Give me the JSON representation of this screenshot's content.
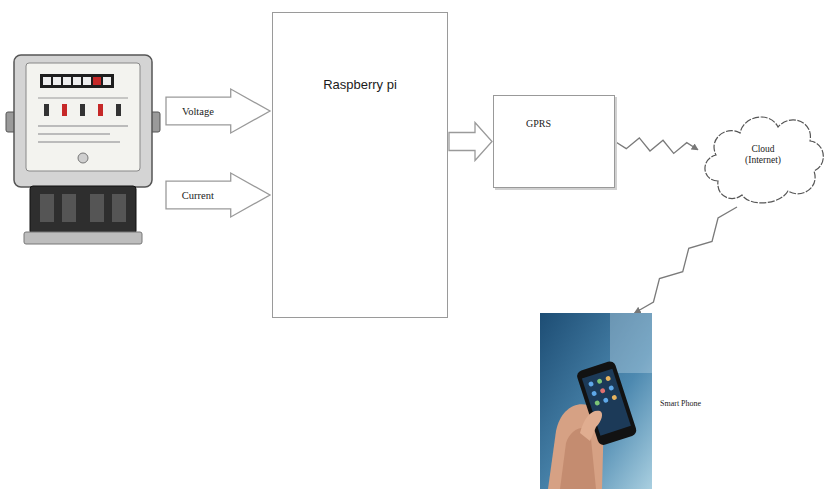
{
  "diagram": {
    "nodes": [
      {
        "text": [
          "Voltage"
        ]
      },
      {
        "text": [
          "Current"
        ]
      },
      {
        "text": [
          "Raspberry pi"
        ]
      },
      {
        "text": [
          "GPRS"
        ]
      },
      {
        "text": [
          "Cloud (Internet)"
        ]
      },
      {
        "text": [
          "Smart Phone"
        ]
      }
    ],
    "edges": [
      {
        "from": 2,
        "to": 3,
        "arrow": "to"
      },
      {
        "from": 3,
        "to": 4,
        "arrow": "to"
      },
      {
        "from": 4,
        "to": 5,
        "arrow": "to"
      }
    ]
  }
}
